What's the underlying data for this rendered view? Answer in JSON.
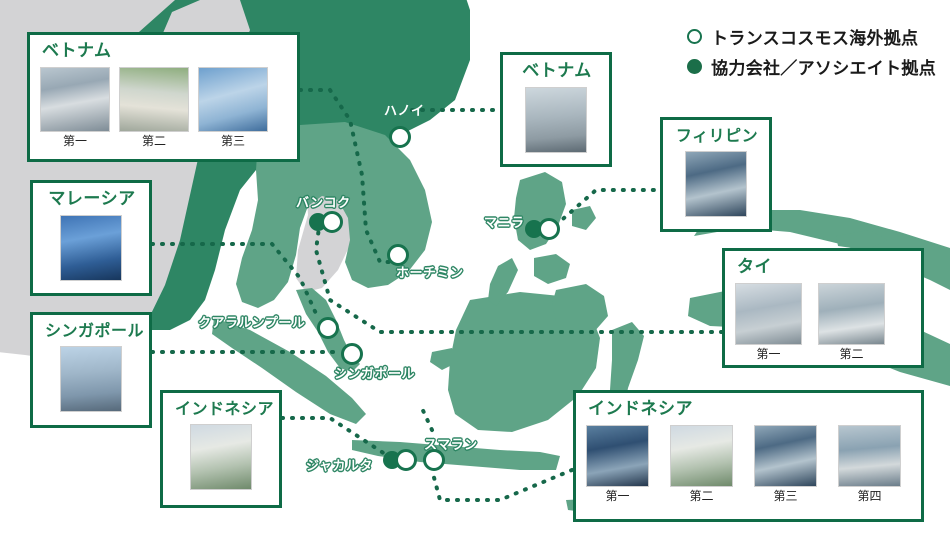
{
  "legend": {
    "items": [
      {
        "icon": "hollow-circle-icon",
        "label": "トランスコスモス海外拠点"
      },
      {
        "icon": "filled-circle-icon",
        "label": "協力会社／アソシエイト拠点"
      }
    ]
  },
  "cities": [
    {
      "name": "ハノイ",
      "markers": [
        "hollow"
      ]
    },
    {
      "name": "バンコク",
      "markers": [
        "filled",
        "hollow"
      ]
    },
    {
      "name": "ホーチミン",
      "markers": [
        "hollow"
      ]
    },
    {
      "name": "マニラ",
      "markers": [
        "filled",
        "hollow"
      ]
    },
    {
      "name": "クアラルンプール",
      "markers": [
        "hollow"
      ]
    },
    {
      "name": "シンガポール",
      "markers": [
        "hollow"
      ]
    },
    {
      "name": "ジャカルタ",
      "markers": [
        "filled",
        "hollow"
      ]
    },
    {
      "name": "スマラン",
      "markers": [
        "hollow"
      ]
    }
  ],
  "boxes": {
    "vietnam_left": {
      "title": "ベトナム",
      "photos": [
        {
          "caption": "第一"
        },
        {
          "caption": "第二"
        },
        {
          "caption": "第三"
        }
      ]
    },
    "malaysia": {
      "title": "マレーシア",
      "photos": [
        {
          "caption": ""
        }
      ]
    },
    "singapore": {
      "title": "シンガポール",
      "photos": [
        {
          "caption": ""
        }
      ]
    },
    "indonesia_left": {
      "title": "インドネシア",
      "photos": [
        {
          "caption": ""
        }
      ]
    },
    "vietnam_top": {
      "title": "ベトナム",
      "photos": [
        {
          "caption": ""
        }
      ]
    },
    "philippines": {
      "title": "フィリピン",
      "photos": [
        {
          "caption": ""
        }
      ]
    },
    "thailand": {
      "title": "タイ",
      "photos": [
        {
          "caption": "第一"
        },
        {
          "caption": "第二"
        }
      ]
    },
    "indonesia_right": {
      "title": "インドネシア",
      "photos": [
        {
          "caption": "第一"
        },
        {
          "caption": "第二"
        },
        {
          "caption": "第三"
        },
        {
          "caption": "第四"
        }
      ]
    }
  },
  "colors": {
    "land_green": "#5fa487",
    "land_green_dark": "#2e8664",
    "land_gray": "#d3d3d5",
    "box_border": "#0e6b46",
    "title_green": "#1d7a4f",
    "marker_green": "#17734e",
    "dotted_line": "#16684a",
    "background": "#ffffff"
  }
}
